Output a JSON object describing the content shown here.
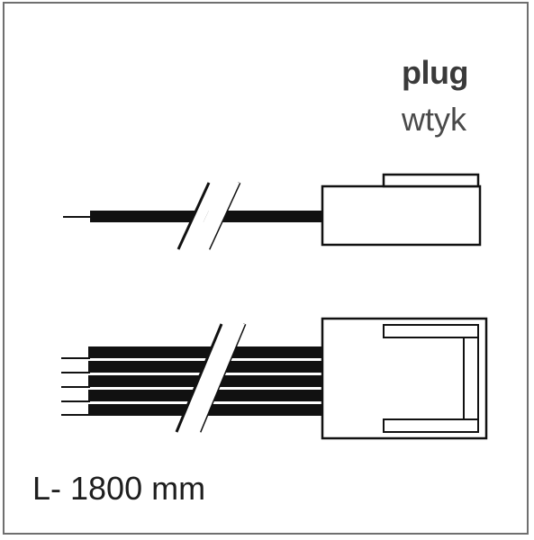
{
  "labels": {
    "plug_en": "plug",
    "plug_pl": "wtyk",
    "length": "L- 1800 mm"
  },
  "components": {
    "single_wire_plug": {
      "wire_count": 1,
      "connector": "plug"
    },
    "multi_wire_plug": {
      "wire_count": 5,
      "connector": "plug"
    }
  },
  "colors": {
    "outline": "#1a1a1a",
    "frame": "#6f6f6f",
    "wire": "#111111",
    "text_dark": "#3a3a3a"
  }
}
